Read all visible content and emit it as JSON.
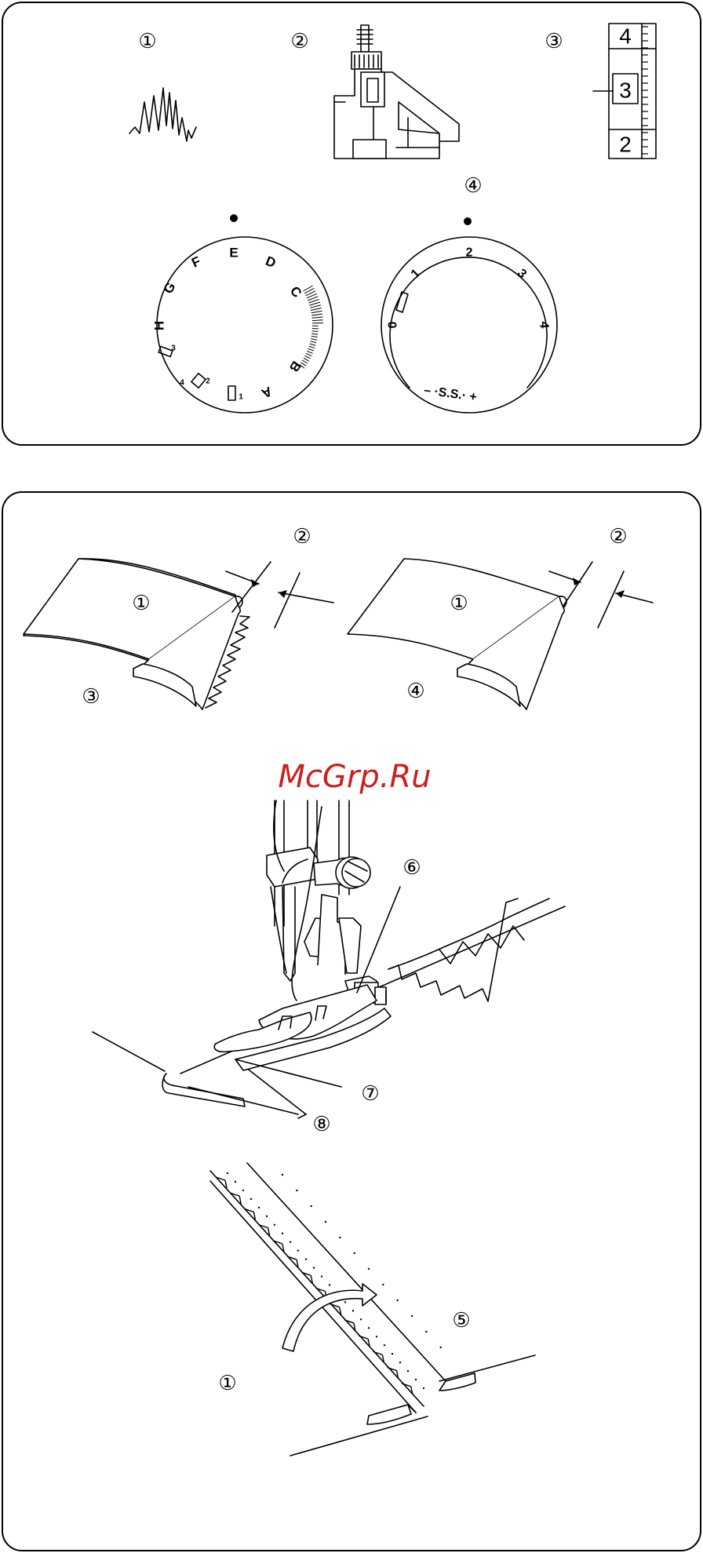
{
  "watermark": "McGrp.Ru",
  "top_panel": {
    "callouts": [
      "①",
      "②",
      "③",
      "④"
    ],
    "pattern_dial": {
      "letters": [
        "E",
        "D",
        "C",
        "B",
        "A",
        "H",
        "G",
        "F"
      ],
      "small_marks": [
        "1",
        "2",
        "3",
        "4"
      ]
    },
    "stitch_dial": {
      "numbers": [
        "0",
        "1",
        "2",
        "3",
        "4"
      ],
      "ss_label": "– ·S.S.· +"
    },
    "width_scale": [
      "4",
      "3",
      "2"
    ]
  },
  "bottom_panel": {
    "fold_callouts_left": [
      "①",
      "②",
      "③"
    ],
    "fold_callouts_right": [
      "①",
      "②",
      "④"
    ],
    "foot_callouts": [
      "⑥",
      "⑦",
      "⑧"
    ],
    "finish_callouts": [
      "①",
      "⑤"
    ]
  }
}
